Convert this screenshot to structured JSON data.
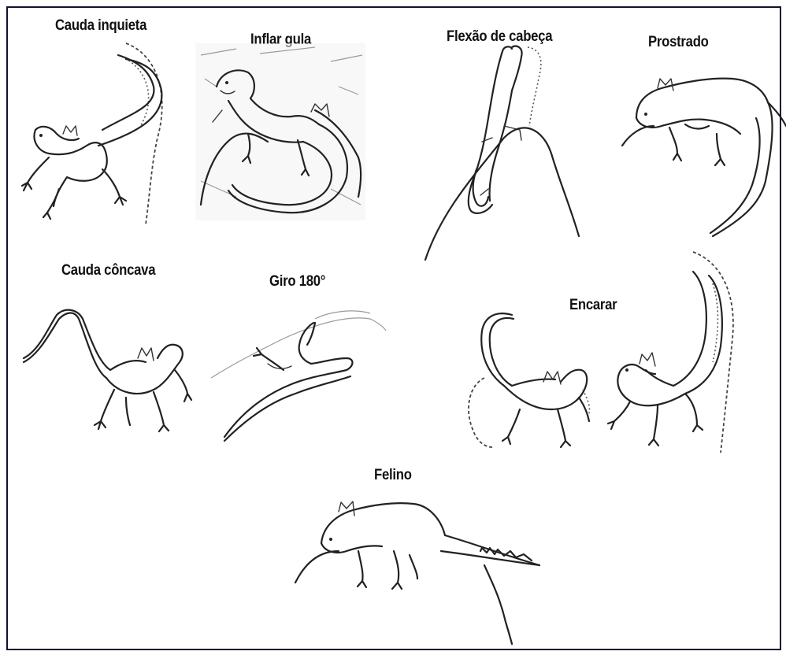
{
  "figure": {
    "panels": [
      {
        "id": "cauda-inquieta",
        "label": "Cauda inquieta"
      },
      {
        "id": "inflar-gula",
        "label": "Inflar gula"
      },
      {
        "id": "flexao-de-cabeca",
        "label": "Flexão de cabeça"
      },
      {
        "id": "prostrado",
        "label": "Prostrado"
      },
      {
        "id": "cauda-concava",
        "label": "Cauda côncava"
      },
      {
        "id": "giro-180",
        "label": "Giro 180°"
      },
      {
        "id": "encarar",
        "label": "Encarar"
      },
      {
        "id": "felino",
        "label": "Felino"
      }
    ]
  }
}
